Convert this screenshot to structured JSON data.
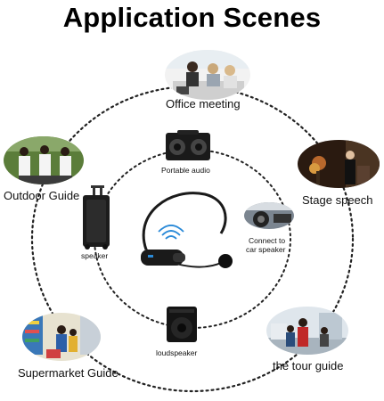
{
  "title": "Application Scenes",
  "scenes": {
    "office_meeting": "Office meeting",
    "stage_speech": "Stage speech",
    "tour_guide": "the tour guide",
    "supermarket_guide": "Supermarket Guide",
    "outdoor_guide": "Outdoor Guide"
  },
  "devices": {
    "portable_audio": "Portable audio",
    "car_speaker_line1": "Connect to",
    "car_speaker_line2": "car speaker",
    "loudspeaker": "loudspeaker",
    "speaker": "speaker"
  }
}
